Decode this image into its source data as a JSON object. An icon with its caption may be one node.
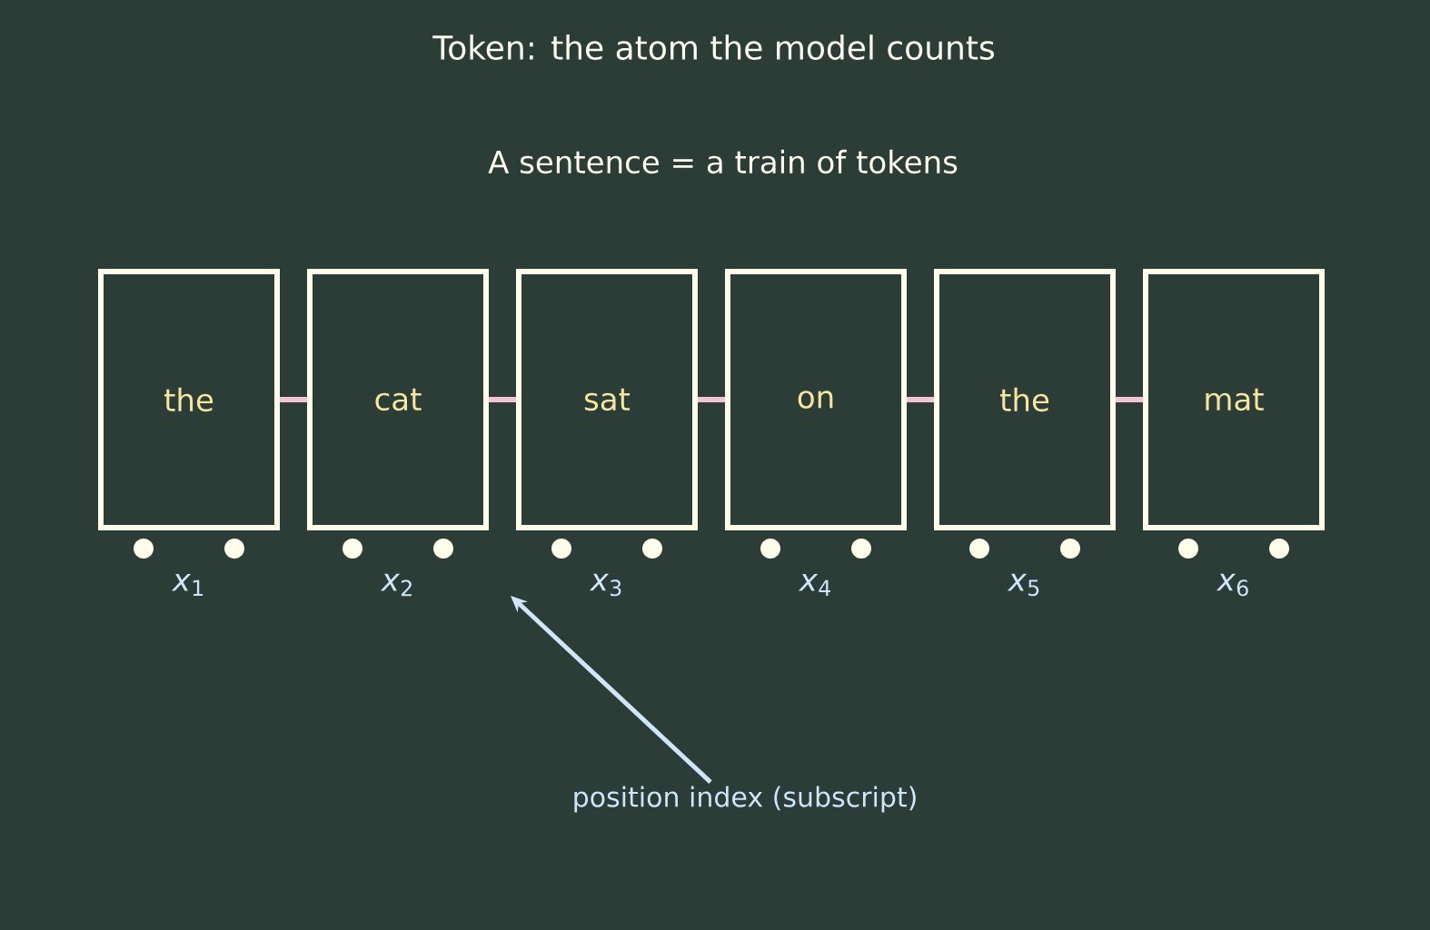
{
  "diagram": {
    "title": "Token: the atom the model counts",
    "nodes": [
      {
        "text": [
          "the"
        ],
        "beside": [
          "*x*$_{1}$"
        ]
      },
      {
        "text": [
          "cat"
        ],
        "beside": [
          "*x*$_{2}$"
        ]
      },
      {
        "text": [
          "sat"
        ],
        "beside": [
          "*x*$_{3}$"
        ]
      },
      {
        "text": [
          "on"
        ],
        "beside": [
          "*x*$_{4}$"
        ]
      },
      {
        "text": [
          "the"
        ],
        "beside": [
          "*x*$_{5}$"
        ]
      },
      {
        "text": [
          "mat"
        ],
        "beside": [
          "*x*$_{6}$"
        ]
      },
      {
        "text": [
          "position index (subscript)"
        ]
      }
    ],
    "edges": [
      {
        "from": 0,
        "to": 1,
        "arrow": "none"
      },
      {
        "from": 1,
        "to": 2,
        "arrow": "none"
      },
      {
        "from": 2,
        "to": 3,
        "arrow": "none"
      },
      {
        "from": 3,
        "to": 4,
        "arrow": "none"
      },
      {
        "from": 4,
        "to": 5,
        "arrow": "none"
      },
      {
        "from": 6,
        "to": null,
        "arrow": "to",
        "color": "#cfe6fa"
      }
    ],
    "labels": [
      "A sentence = a train of tokens"
    ]
  }
}
